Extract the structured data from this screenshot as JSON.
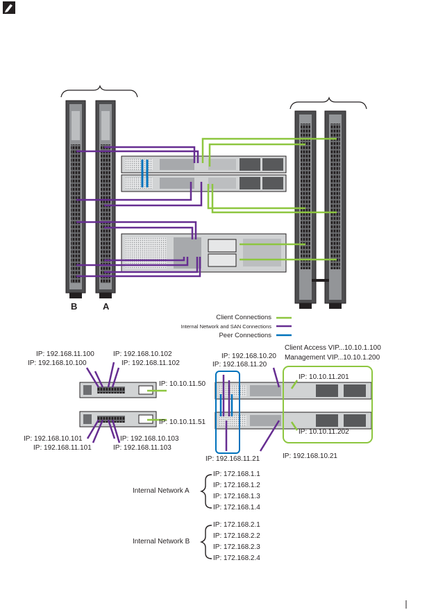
{
  "colors": {
    "client": "#8dc63f",
    "internal": "#662d91",
    "peer": "#0072bc"
  },
  "icons": {
    "note": "pencil-note-icon"
  },
  "racks": {
    "left_b": "B",
    "left_a": "A"
  },
  "legend": {
    "client": "Client  Connections",
    "internal": "Internal Network and SAN Connections",
    "peer": "Peer Connections"
  },
  "labels": {
    "ip_11_100": "IP: 192.168.11.100",
    "ip_10_100": "IP: 192.168.10.100",
    "ip_10_102": "IP: 192.168.10.102",
    "ip_11_102": "IP: 192.168.11.102",
    "ip_10_11_50": "IP: 10.10.11.50",
    "ip_10_11_51": "IP: 10.10.11.51",
    "ip_10_101": "IP: 192.168.10.101",
    "ip_11_101": "IP: 192.168.11.101",
    "ip_10_103": "IP: 192.168.10.103",
    "ip_11_103": "IP: 192.168.11.103",
    "ip_10_20": "IP: 192.168.10.20",
    "ip_11_20": "IP: 192.168.11.20",
    "client_vip": "Client Access VIP...10.10.1.100",
    "mgmt_vip": "Management VIP...10.10.1.200",
    "ip_10_11_201": "IP: 10.10.11.201",
    "ip_10_11_202": "IP: 10.10.11.202",
    "ip_11_21": "IP: 192.168.11.21",
    "ip_10_21": "IP: 192.168.10.21"
  },
  "internal_network_a": {
    "title": "Internal Network A",
    "ips": [
      "IP: 172.168.1.1",
      "IP: 172.168.1.2",
      "IP: 172.168.1.3",
      "IP: 172.168.1.4"
    ]
  },
  "internal_network_b": {
    "title": "Internal Network B",
    "ips": [
      "IP: 172.168.2.1",
      "IP: 172.168.2.2",
      "IP: 172.168.2.3",
      "IP: 172.168.2.4"
    ]
  }
}
